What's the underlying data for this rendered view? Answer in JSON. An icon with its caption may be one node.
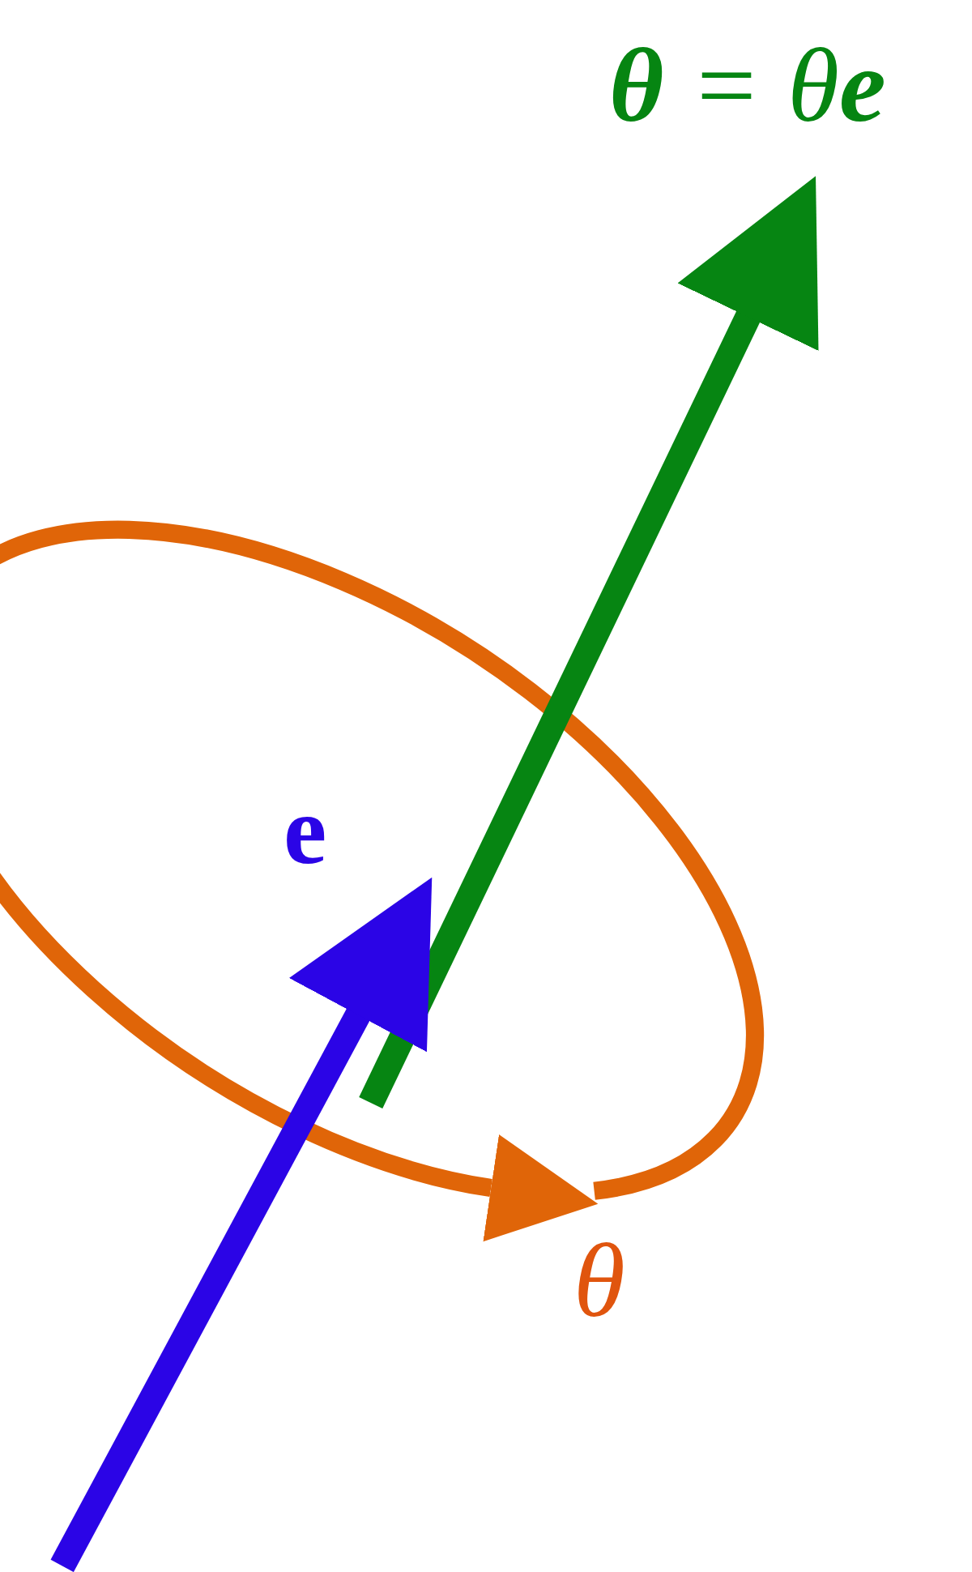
{
  "diagram": {
    "labels": [
      "**θ** = θ**e**",
      "e",
      "θ"
    ]
  }
}
